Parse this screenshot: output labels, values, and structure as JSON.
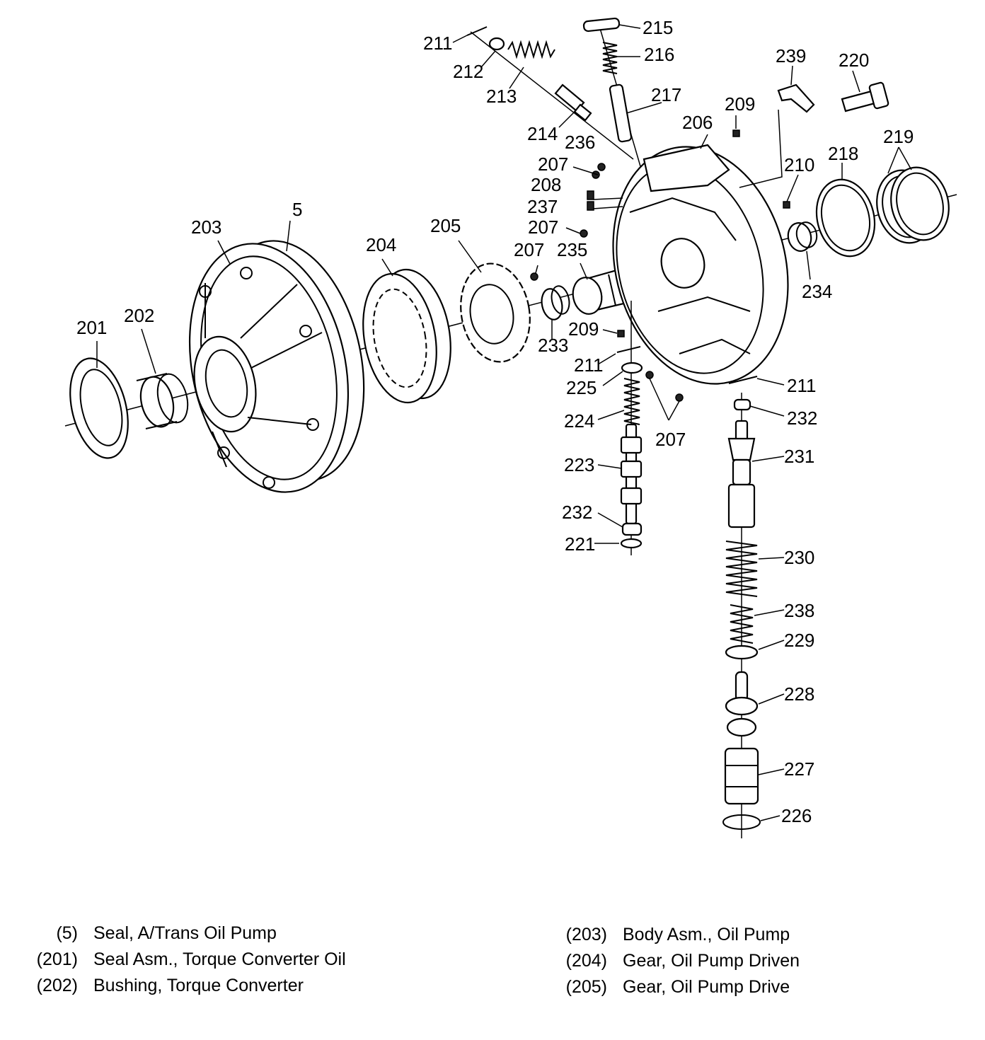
{
  "callouts": {
    "c5": "5",
    "c201": "201",
    "c202": "202",
    "c203": "203",
    "c204": "204",
    "c205": "205",
    "c206": "206",
    "c207a": "207",
    "c207b": "207",
    "c207c": "207",
    "c207d": "207",
    "c208": "208",
    "c209a": "209",
    "c209b": "209",
    "c210": "210",
    "c211a": "211",
    "c211b": "211",
    "c211c": "211",
    "c212": "212",
    "c213": "213",
    "c214": "214",
    "c215": "215",
    "c216": "216",
    "c217": "217",
    "c218": "218",
    "c219": "219",
    "c220": "220",
    "c221": "221",
    "c223": "223",
    "c224": "224",
    "c225": "225",
    "c226": "226",
    "c227": "227",
    "c228": "228",
    "c229": "229",
    "c230": "230",
    "c231": "231",
    "c232a": "232",
    "c232b": "232",
    "c233": "233",
    "c234": "234",
    "c235": "235",
    "c236": "236",
    "c237": "237",
    "c238": "238",
    "c239": "239"
  },
  "legend": {
    "left": [
      {
        "num": "(5)",
        "desc": "Seal, A/Trans Oil Pump"
      },
      {
        "num": "(201)",
        "desc": "Seal Asm., Torque Converter Oil"
      },
      {
        "num": "(202)",
        "desc": "Bushing, Torque Converter"
      }
    ],
    "right": [
      {
        "num": "(203)",
        "desc": "Body Asm., Oil Pump"
      },
      {
        "num": "(204)",
        "desc": "Gear, Oil Pump Driven"
      },
      {
        "num": "(205)",
        "desc": "Gear, Oil Pump Drive"
      }
    ]
  }
}
